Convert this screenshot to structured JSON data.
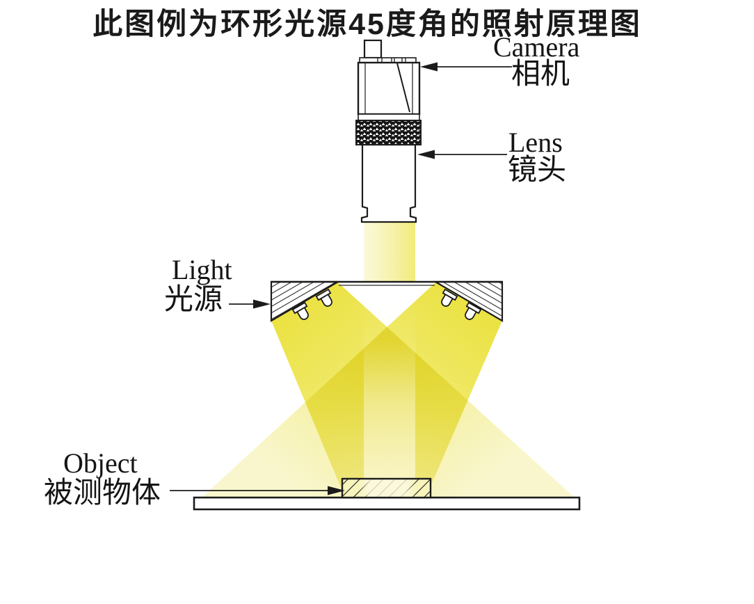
{
  "scene": {
    "type": "machine-vision ring light illumination schematic",
    "background": "#ffffff",
    "caption": "此图例为环形光源45度角的照射原理图",
    "illumination_angle_degrees": "45",
    "labels": {
      "camera": {
        "en": "Camera",
        "zh": "相机"
      },
      "lens": {
        "en": "Lens",
        "zh": "镜头"
      },
      "light": {
        "en": "Light",
        "zh": "光源"
      },
      "object": {
        "en": "Object",
        "zh": "被测物体"
      }
    },
    "colors": {
      "outline": "#1b1b1b",
      "beam_bright": "#ece24a",
      "beam_mid": "#f3ee8a",
      "beam_pale": "#f8f5c8",
      "beam_center_light": "#fbf9da",
      "beam_center_yellow": "#f1eb7a"
    }
  }
}
